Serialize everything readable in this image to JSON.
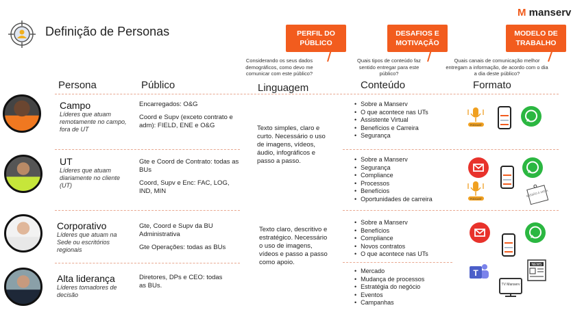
{
  "title": "Definição de Personas",
  "logo": {
    "mark": "M",
    "text": "manserv"
  },
  "tags": [
    {
      "label": "PERFIL DO PÚBLICO",
      "question": "Considerando os seus dados demográficos, como devo me comunicar com este público?"
    },
    {
      "label": "DESAFIOS E MOTIVAÇÃO",
      "question": "Quais tipos de conteúdo faz sentido entregar para este público?"
    },
    {
      "label": "MODELO DE TRABALHO",
      "question": "Quais canais de comunicação melhor entregam a informação, de acordo com o dia a dia deste público?"
    }
  ],
  "headers": {
    "persona": "Persona",
    "publico": "Público",
    "linguagem": "Linguagem",
    "conteudo": "Conteúdo",
    "formato": "Formato"
  },
  "personas": [
    {
      "name": "Campo",
      "desc": "Líderes que atuam remotamente no campo, fora de UT",
      "publico": [
        "Encarregados: O&G",
        "Coord e Supv (exceto contrato e adm): FIELD, ENE e O&G"
      ]
    },
    {
      "name": "UT",
      "desc": "Líderes que atuam diariamente no cliente (UT)",
      "publico": [
        "Gte e Coord de Contrato: todas as BUs",
        "Coord, Supv e Enc: FAC, LOG, IND, MIN"
      ]
    },
    {
      "name": "Corporativo",
      "desc": "Líderes que atuam na Sede ou escritórios regionais",
      "publico": [
        "Gte, Coord e Supv da BU Administrativa",
        "Gte Operações: todas as BUs"
      ]
    },
    {
      "name": "Alta liderança",
      "desc": "Líderes tomadores de decisão",
      "publico": [
        "Diretores, DPs e CEO: todas as BUs."
      ]
    }
  ],
  "linguagem": [
    "Texto simples, claro e curto. Necessário o uso de imagens, vídeos, áudio, infográficos e passo a passo.",
    "Texto claro, descritivo e estratégico. Necessário o uso de imagens, vídeos e passo a passo como apoio."
  ],
  "conteudo": [
    [
      "Sobre a Manserv",
      "O que acontece nas UTs",
      "Assistente Virtual",
      "Benefícios e Carreira",
      "Segurança"
    ],
    [
      "Sobre a Manserv",
      "Segurança",
      "Compliance",
      "Processos",
      "Benefícios",
      "Oportunidades de carreira"
    ],
    [
      "Sobre a Manserv",
      "Benefícios",
      "Compliance",
      "Novos contratos",
      "O que acontece nas UTs"
    ],
    [
      "Mercado",
      "Mudança de processos",
      "Estratégia do negócio",
      "Eventos",
      "Campanhas"
    ]
  ],
  "icons": {
    "podcast": "PODCAST",
    "sessao": "SESSÃO À VISTA",
    "tv": "TV Manserv",
    "news": "NEWS"
  },
  "colors": {
    "accent": "#f25c1e",
    "whatsapp": "#2bb741",
    "email": "#e8322b",
    "teams": "#4b5fc9"
  }
}
